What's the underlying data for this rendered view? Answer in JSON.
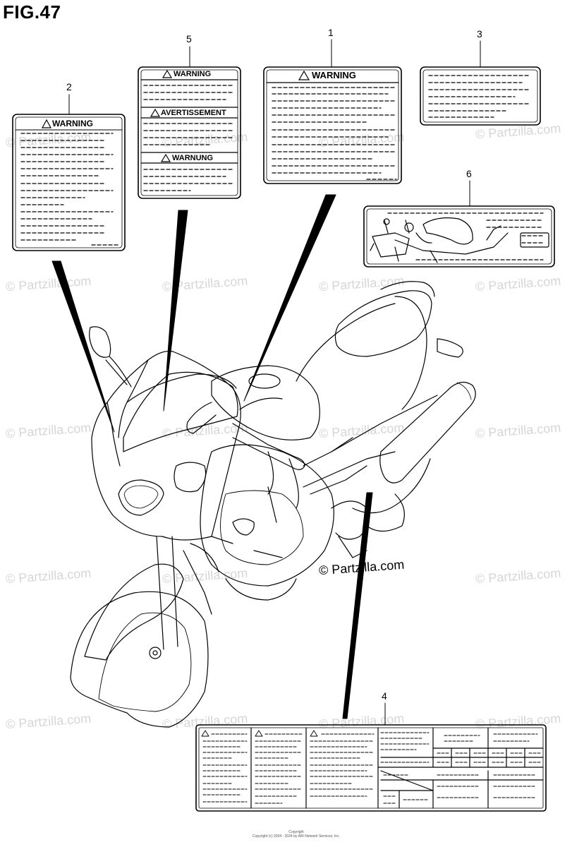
{
  "figure": {
    "title": "FIG.47"
  },
  "callouts": [
    {
      "id": "1",
      "text": "1"
    },
    {
      "id": "2",
      "text": "2"
    },
    {
      "id": "3",
      "text": "3"
    },
    {
      "id": "4",
      "text": "4"
    },
    {
      "id": "5",
      "text": "5"
    },
    {
      "id": "6",
      "text": "6"
    }
  ],
  "labels": {
    "label_1": {
      "heading": "WARNING"
    },
    "label_2": {
      "heading": "WARNING"
    },
    "label_5": {
      "heading_1": "WARNING",
      "heading_2": "AVERTISSEMENT",
      "heading_3": "WARNUNG"
    }
  },
  "watermark": {
    "text": "© Partzilla.com"
  },
  "main_watermark": {
    "text": "© Partzilla.com"
  },
  "footer": {
    "line1": "Copyright",
    "line2": "Copyright (c) 2004 - 2024 by ARI Network Services, Inc."
  },
  "icons": {
    "warning": "warning-triangle-icon"
  }
}
